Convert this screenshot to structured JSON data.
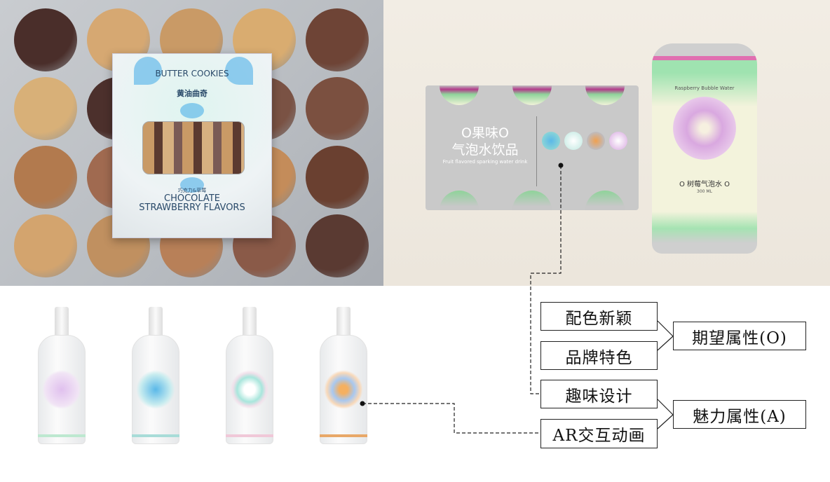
{
  "cookie_box": {
    "title_en": "BUTTER COOKIES",
    "title_cn": "黄油曲奇",
    "flavor_cn": "巧克力&草莓",
    "flavor_en": "CHOCOLATE STRAWBERRY FLAVORS"
  },
  "drink_pack": {
    "title_line1": "O果味O",
    "title_line2": "气泡水饮品",
    "subtitle": "Fruit flavored sparking water drink"
  },
  "can": {
    "name_en": "Raspberry Bubble Water",
    "name_cn": "O 树莓气泡水 O",
    "volume": "300 ML"
  },
  "attributes": {
    "novel_color": "配色新颖",
    "brand_feature": "品牌特色",
    "fun_design": "趣味设计",
    "ar_animation": "AR交互动画",
    "expected": "期望属性(O)",
    "attractive": "魅力属性(A)"
  }
}
